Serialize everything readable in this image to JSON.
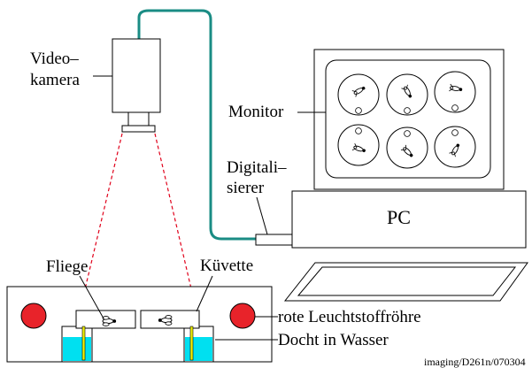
{
  "labels": {
    "camera_line1": "Video–",
    "camera_line2": "kamera",
    "monitor": "Monitor",
    "digitizer_line1": "Digitali–",
    "digitizer_line2": "sierer",
    "pc": "PC",
    "fly": "Fliege",
    "cuvette": "Küvette",
    "lamp": "rote Leuchtstoffröhre",
    "wick": "Docht in Wasser",
    "footer": "imaging/D261n/070304"
  },
  "colors": {
    "cable": "#1a8c84",
    "view_cone": "#e0001a",
    "lamp": "#e8232a",
    "water": "#00e0f0",
    "wick": "#f2f200",
    "outline": "#000000",
    "background": "#ffffff"
  },
  "icons": {
    "fly": "fly-icon",
    "tablet": "drawing-tablet-icon"
  }
}
